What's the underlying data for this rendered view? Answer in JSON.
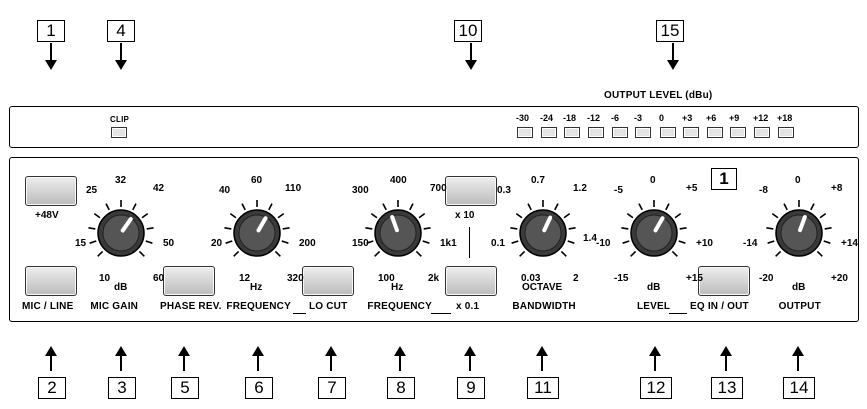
{
  "callouts_top": [
    "1",
    "4",
    "10",
    "15"
  ],
  "callouts_bottom": [
    "2",
    "3",
    "5",
    "6",
    "7",
    "8",
    "9",
    "11",
    "12",
    "13",
    "14"
  ],
  "meter": {
    "clip": "CLIP",
    "title": "OUTPUT LEVEL (dBu)",
    "scale": [
      "-30",
      "-24",
      "-18",
      "-12",
      "-6",
      "-3",
      "0",
      "+3",
      "+6",
      "+9",
      "+12",
      "+18"
    ]
  },
  "channel_number": "1",
  "buttons": {
    "phantom": "+48V",
    "mic_line": "MIC / LINE",
    "phase": "PHASE REV.",
    "lo_cut": "LO CUT",
    "x10": "x 10",
    "x01": "x 0.1",
    "eq": "EQ  IN / OUT"
  },
  "knobs": {
    "gain": {
      "name": "MIC  GAIN",
      "unit": "dB",
      "scale": [
        "10",
        "15",
        "25",
        "32",
        "42",
        "50",
        "60"
      ]
    },
    "locut": {
      "name": "FREQUENCY",
      "unit": "Hz",
      "scale": [
        "12",
        "20",
        "40",
        "60",
        "110",
        "200",
        "320"
      ]
    },
    "freq": {
      "name": "FREQUENCY",
      "unit": "Hz",
      "scale": [
        "100",
        "150",
        "300",
        "400",
        "700",
        "1k1",
        "2k"
      ]
    },
    "bw": {
      "name": "BANDWIDTH",
      "unit": "OCTAVE",
      "scale": [
        "0.03",
        "0.1",
        "0.3",
        "0.7",
        "1.2",
        "1.4",
        "2"
      ]
    },
    "level": {
      "name": "LEVEL",
      "unit": "dB",
      "scale": [
        "-15",
        "-10",
        "-5",
        "0",
        "+5",
        "+10",
        "+15"
      ]
    },
    "output": {
      "name": "OUTPUT",
      "unit": "dB",
      "scale": [
        "-20",
        "-14",
        "-8",
        "0",
        "+8",
        "+14",
        "+20"
      ]
    }
  }
}
